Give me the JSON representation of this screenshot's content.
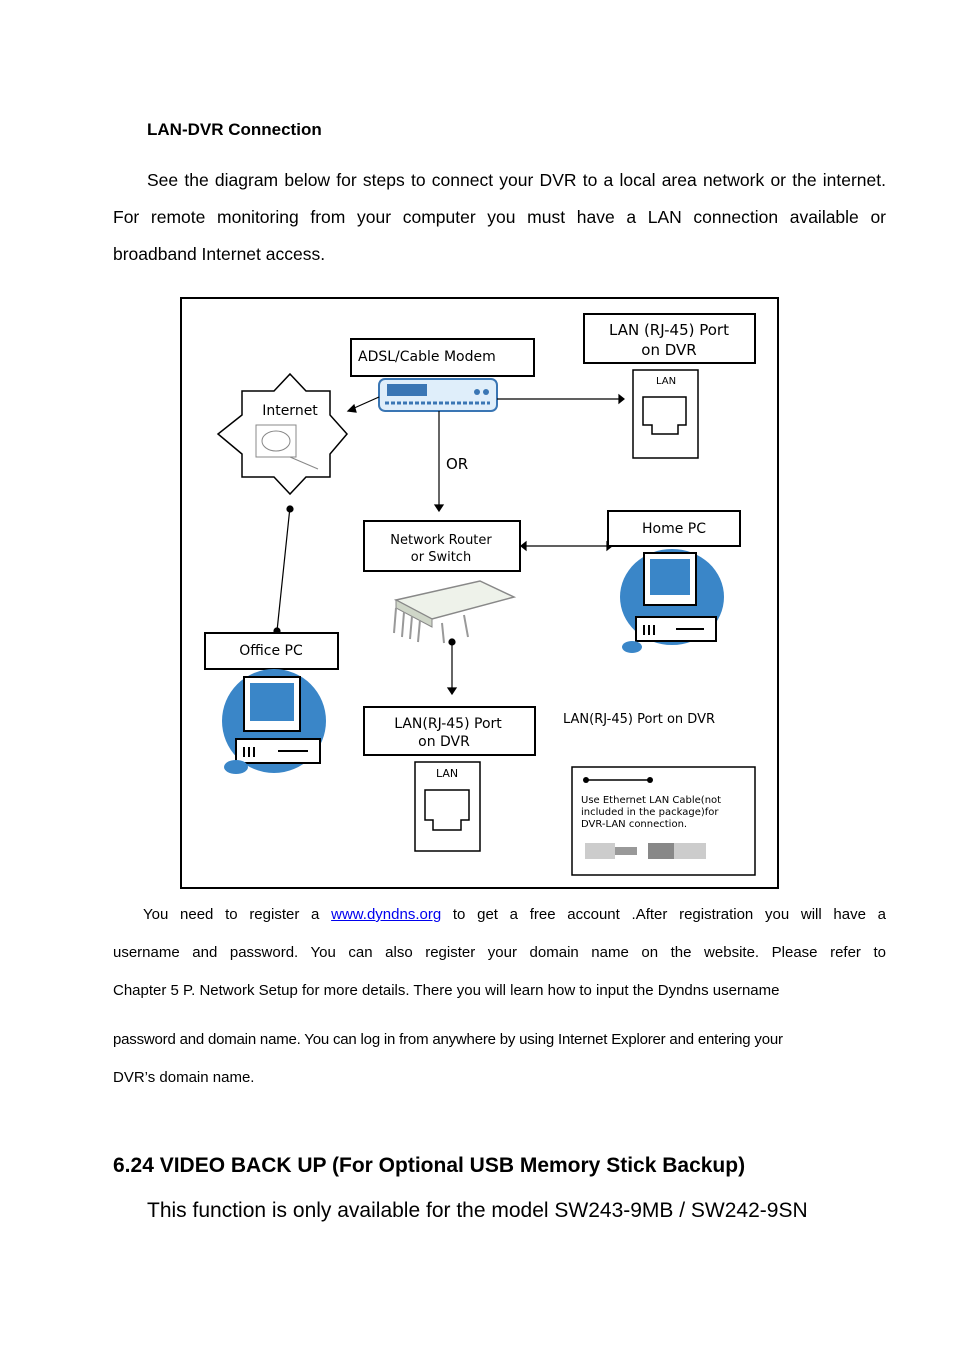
{
  "section_title": "LAN-DVR Connection",
  "intro": "See the diagram below for steps to connect your DVR to a local area network or the internet. For remote monitoring from your computer  you must have a LAN connection available or broadband Internet access.",
  "diagram": {
    "adsl_modem": "ADSL/Cable Modem",
    "lan_port_top_line1": "LAN (RJ-45) Port",
    "lan_port_top_line2": "on DVR",
    "lan_jack_label": "LAN",
    "internet": "Internet",
    "or_label": "OR",
    "router_line1": "Network  Router",
    "router_line2": "or  Switch",
    "home_pc": "Home  PC",
    "office_pc": "Office  PC",
    "lan_port_bottom_line1": "LAN(RJ-45) Port",
    "lan_port_bottom_line2": "on DVR",
    "lan_port_caption": "LAN(RJ-45) Port on DVR",
    "legend_line1": "Use Ethernet LAN Cable(not",
    "legend_line2": "included in the package)for",
    "legend_line3": "DVR-LAN connection."
  },
  "body": {
    "p1_before_link": "You need to register a",
    "link": "www.dyndns.org",
    "p1_after_link": "to get a free account .After registration   you will have a",
    "line2": "username and password. You can also register your domain name on the website. Please refer to",
    "line3": "Chapter 5    P. Network Setup for more details. There you will learn how to input the Dyndns username",
    "line4": "password  and domain name. You can log in from anywhere by using Internet Explorer and entering your",
    "line5": "DVR’s domain name."
  },
  "heading2": "6.24 VIDEO BACK UP (For Optional USB Memory Stick Backup)",
  "subtext": "This function is only available for the model SW243-9MB / SW242-9SN"
}
